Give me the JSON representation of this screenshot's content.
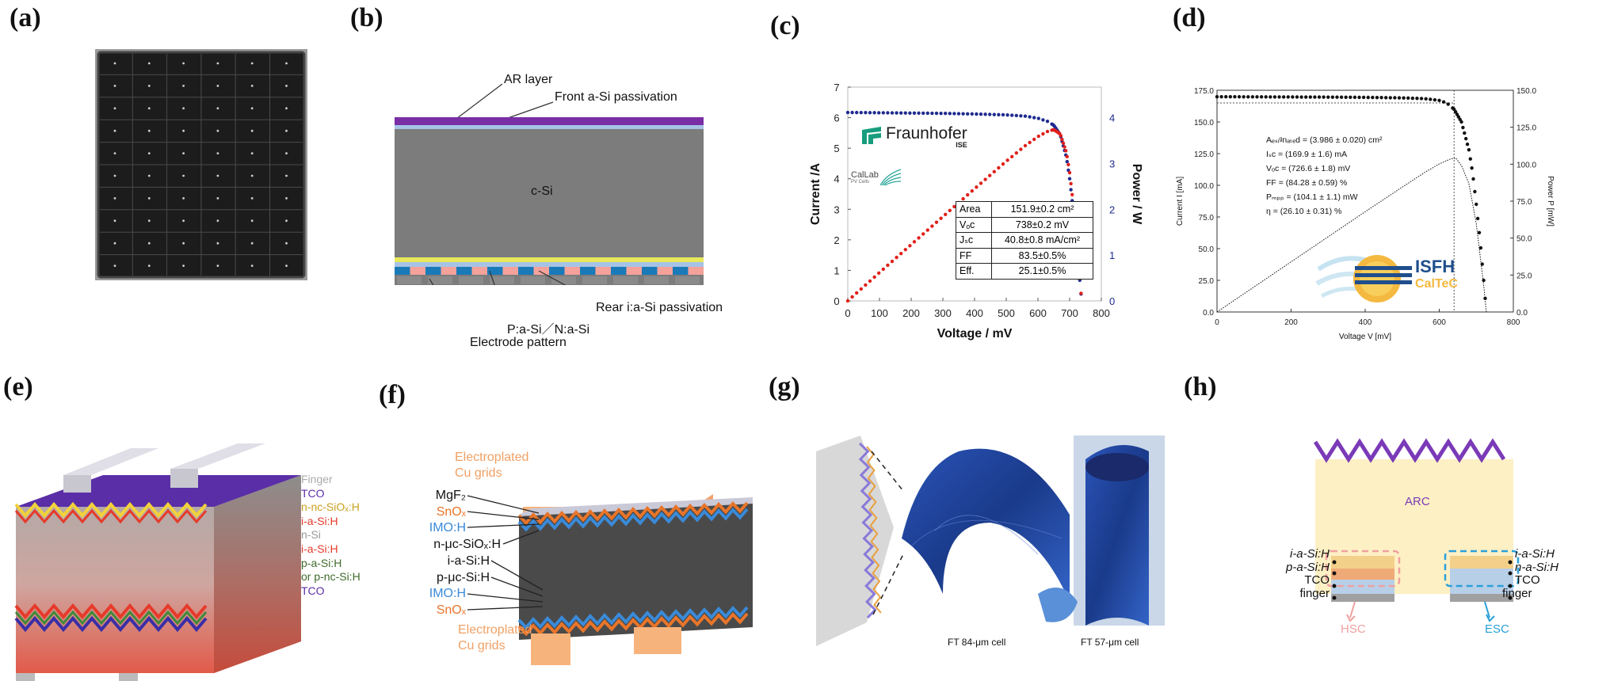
{
  "panels": {
    "a": {
      "letter": "(a)"
    },
    "b": {
      "letter": "(b)",
      "labels": {
        "ar": "AR layer",
        "front": "Front a-Si passivation",
        "csi": "c-Si",
        "rear": "Rear i:a-Si passivation",
        "pn": "P:a-Si／N:a-Si",
        "electrode": "Electrode pattern"
      }
    },
    "c": {
      "letter": "(c)",
      "logo": {
        "brand": "Fraunhofer",
        "sub": "ISE",
        "callab": "CalLab",
        "callab_sub": "PV Cells"
      },
      "table": [
        {
          "k": "Area",
          "v": "151.9±0.2 cm²"
        },
        {
          "k": "Vₒᴄ",
          "v": "738±0.2 mV"
        },
        {
          "k": "Jₛᴄ",
          "v": "40.8±0.8 mA/cm²"
        },
        {
          "k": "FF",
          "v": "83.5±0.5%"
        },
        {
          "k": "Eff.",
          "v": "25.1±0.5%"
        }
      ]
    },
    "d": {
      "letter": "(d)",
      "annotations": [
        "Aₑₛᵢᵍnₐₜₑd = (3.986 ± 0.020) cm²",
        "Iₛᴄ = (169.9 ± 1.6) mA",
        "Vₒᴄ = (726.6 ± 1.8) mV",
        "FF = (84.28 ± 0.59) %",
        "Pₘₚₚ = (104.1 ± 1.1) mW",
        "η = (26.10 ± 0.31) %"
      ],
      "logo": {
        "brand": "ISFH",
        "sub": "CalTeC"
      }
    },
    "e": {
      "letter": "(e)",
      "labels": [
        "Finger",
        "TCO",
        "n-nc-SiOₓ:H",
        "i-a-Si:H",
        "n-Si",
        "i-a-Si:H",
        "p-a-Si:H",
        "or p-nc-Si:H",
        "TCO"
      ]
    },
    "f": {
      "letter": "(f)",
      "labels": {
        "top_grid_1": "Electroplated",
        "top_grid_2": "Cu grids",
        "mgf2": "MgF₂",
        "sno1": "SnOₓ",
        "imo1": "IMO:H",
        "nuc": "n-μc-SiOₓ:H",
        "iasi": "i-a-Si:H",
        "puc": "p-μc-Si:H",
        "imo2": "IMO:H",
        "sno2": "SnOₓ",
        "bot_grid_1": "Electroplated",
        "bot_grid_2": "Cu grids"
      }
    },
    "g": {
      "letter": "(g)",
      "labels": {
        "c84": "FT 84-μm cell",
        "c57": "FT 57-μm cell"
      }
    },
    "h": {
      "letter": "(h)",
      "labels": {
        "arc": "ARC",
        "ia_l": "i-a-Si:H",
        "pa": "p-a-Si:H",
        "tco_l": "TCO",
        "finger_l": "finger",
        "hsc": "HSC",
        "ia_r": "i-a-Si:H",
        "na": "n-a-Si:H",
        "tco_r": "TCO",
        "finger_r": "finger",
        "esc": "ESC"
      }
    }
  },
  "chart_data": [
    {
      "type": "line",
      "title": "",
      "xlabel": "Voltage / mV",
      "ylabel": "Current /A",
      "y2label": "Power / W",
      "xlim": [
        0,
        800
      ],
      "ylim": [
        0,
        7
      ],
      "y2lim": [
        0,
        4.67
      ],
      "xticks": [
        0,
        100,
        200,
        300,
        400,
        500,
        600,
        700,
        800
      ],
      "yticks": [
        0,
        1,
        2,
        3,
        4,
        5,
        6,
        7
      ],
      "y2ticks": [
        0,
        1,
        2,
        3,
        4
      ],
      "series": [
        {
          "color": "#1f2b8f",
          "x": [
            0,
            100,
            200,
            300,
            400,
            500,
            560,
            600,
            630,
            650,
            670,
            690,
            700,
            710,
            720,
            730,
            738
          ],
          "y": [
            6.17,
            6.16,
            6.15,
            6.14,
            6.12,
            6.09,
            6.05,
            5.98,
            5.88,
            5.75,
            5.45,
            4.7,
            4.0,
            3.1,
            2.0,
            0.9,
            0.0
          ]
        },
        {
          "color": "#e0201a",
          "x": [
            0,
            100,
            200,
            300,
            400,
            500,
            560,
            600,
            630,
            650,
            670,
            690,
            700,
            710,
            720,
            730,
            738
          ],
          "y": [
            0.0,
            0.62,
            1.23,
            1.84,
            2.45,
            3.05,
            3.39,
            3.59,
            3.7,
            3.74,
            3.65,
            3.24,
            2.8,
            2.2,
            1.44,
            0.66,
            0.0
          ]
        }
      ]
    },
    {
      "type": "line",
      "title": "",
      "xlabel": "Voltage V [mV]",
      "ylabel": "Current I [mA]",
      "y2label": "Power P [mW]",
      "xlim": [
        0,
        800
      ],
      "ylim": [
        0,
        175
      ],
      "y2lim": [
        0,
        150
      ],
      "xticks": [
        0,
        200,
        400,
        600,
        800
      ],
      "yticks": [
        0.0,
        25.0,
        50.0,
        75.0,
        100.0,
        125.0,
        150.0,
        175.0
      ],
      "y2ticks": [
        0.0,
        25.0,
        50.0,
        75.0,
        100.0,
        125.0,
        150.0
      ],
      "series": [
        {
          "color": "#111111",
          "x": [
            0,
            100,
            200,
            300,
            400,
            500,
            560,
            600,
            620,
            640,
            660,
            680,
            690,
            700,
            710,
            720,
            727
          ],
          "y": [
            169.9,
            169.8,
            169.7,
            169.6,
            169.4,
            169.0,
            168.4,
            167.0,
            165.0,
            160.0,
            150.0,
            128.0,
            110.0,
            85.0,
            57.0,
            25.0,
            0.0
          ]
        },
        {
          "color": "#111111",
          "x": [
            0,
            100,
            200,
            300,
            400,
            500,
            560,
            600,
            630,
            645,
            660,
            680,
            700,
            720,
            727
          ],
          "y": [
            0.0,
            17.0,
            33.9,
            50.9,
            67.8,
            84.5,
            94.3,
            100.2,
            103.5,
            104.1,
            99.0,
            87.0,
            59.5,
            18.0,
            0.0
          ]
        }
      ]
    }
  ]
}
